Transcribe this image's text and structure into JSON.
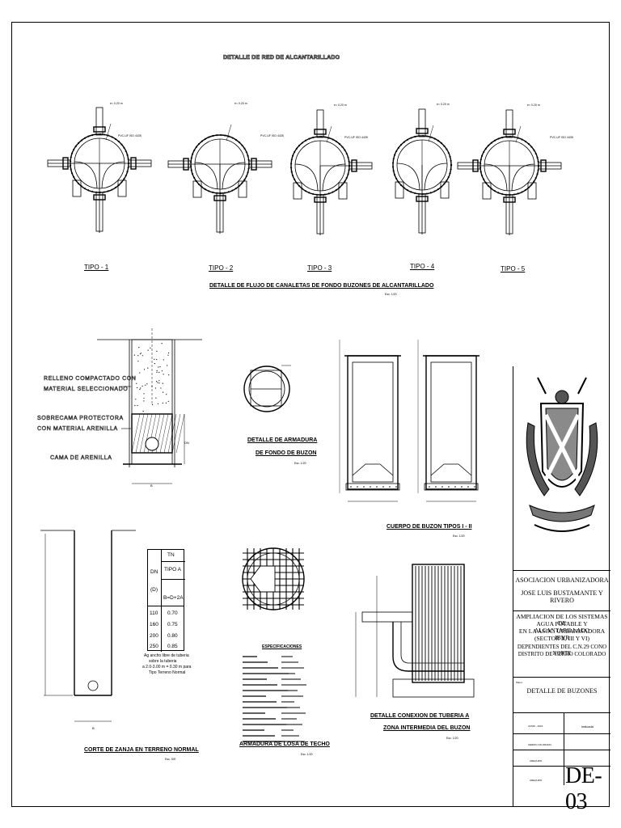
{
  "sheet": {
    "header_title": "DETALLE DE RED DE ALCANTARILLADO"
  },
  "tipos": {
    "labels": [
      "TIPO - 1",
      "TIPO - 2",
      "TIPO - 3",
      "TIPO - 4",
      "TIPO - 5"
    ],
    "dim_label": "e= 0.20 m",
    "pipe_label": "PVC-UF ISO 4435",
    "caption": "DETALLE DE FLUJO DE CANALETAS DE FONDO BUZONES DE ALCANTARILLADO",
    "scale": "Esc. 1/20"
  },
  "zanja_relleno": {
    "relleno_1": "RELLENO COMPACTADO CON",
    "relleno_2": "MATERIAL SELECCIONADO",
    "sobrecama_1": "SOBRECAMA PROTECTORA",
    "sobrecama_2": "CON MATERIAL ARENILLA",
    "cama": "CAMA DE ARENILLA",
    "dn": "DN",
    "b": "B"
  },
  "armadura_fondo": {
    "caption_1": "DETALLE DE ARMADURA",
    "caption_2": "DE FONDO DE BUZON",
    "scale": "Esc. 1/20"
  },
  "cuerpo": {
    "caption": "CUERPO DE BUZON TIPOS I - II",
    "scale": "Esc. 1/20"
  },
  "corte_zanja": {
    "caption": "CORTE DE ZANJA EN TERRENO NORMAL",
    "scale": "Esc. S/E",
    "note_1": "Ag ancho libre de tuberia",
    "note_2": "sobre la tuberia",
    "note_3": "a 2.0-3.00 m = 0.30 m para",
    "note_4": "Tipo Terreno Normal",
    "b": "B"
  },
  "tabla": {
    "header_top": "TN",
    "col1_header": "DN",
    "col2_header": "TIPO A",
    "col1_sub": "(D)",
    "col2_sub": "B=D+2A",
    "rows": [
      {
        "dn": "110",
        "b": "0.70"
      },
      {
        "dn": "160",
        "b": "0.75"
      },
      {
        "dn": "200",
        "b": "0.80"
      },
      {
        "dn": "250",
        "b": "0.85"
      }
    ]
  },
  "losa_techo": {
    "caption": "ARMADURA DE LOSA DE TECHO",
    "scale": "Esc. 1/20",
    "specs_title": "ESPECIFICACIONES"
  },
  "conexion": {
    "caption_1": "DETALLE CONEXION DE TUBERIA A",
    "caption_2": "ZONA INTERMEDIA DEL BUZON",
    "scale": "Esc. 1/20"
  },
  "title_block": {
    "org_1": "ASOCIACION URBANIZADORA",
    "org_2": "JOSE LUIS BUSTAMANTE Y RIVERO",
    "project_lines": [
      "AMPLIACION DE LOS SISTEMAS DE",
      "AGUA POTABLE Y ALCANTARILLADO",
      "EN LA ASOC. URBANISADORA JBYR",
      "(SECTOR II, III Y VI)",
      "DEPENDIENTES DEL C.N.29 CONO NORTE",
      "DISTRITO DE CERRO COLORADO"
    ],
    "plano_label": "Plano:",
    "plano_value": "DETALLE DE BUZONES",
    "fecha_value": "JUNIO - 2016",
    "escala_value": "indicada",
    "distrito_value": "CERRO COLORADO",
    "provincia_value": "AREQUIPA",
    "departamento_value": "AREQUIPA",
    "sheet_number": "DE-03"
  }
}
